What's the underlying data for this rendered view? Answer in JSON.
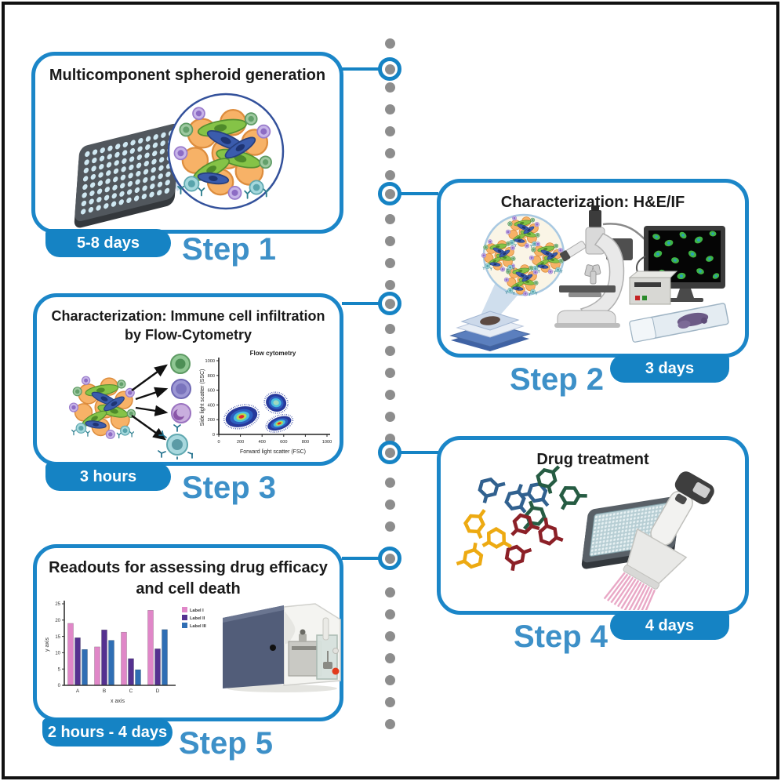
{
  "colors": {
    "accent_blue": "#1583c4",
    "box_border_blue": "#1b86c8",
    "step_text_blue": "#3d90c8",
    "timeline_dot_gray": "#8d8d8d",
    "title_black": "#1a1a1a"
  },
  "steps": [
    {
      "title": "Multicomponent spheroid generation",
      "duration": "5-8 days",
      "step_label": "Step 1"
    },
    {
      "title": "Characterization: H&E/IF",
      "duration": "3 days",
      "step_label": "Step 2"
    },
    {
      "title": "Characterization: Immune cell infiltration by Flow-Cytometry",
      "duration": "3 hours",
      "step_label": "Step 3"
    },
    {
      "title": "Drug treatment",
      "duration": "4 days",
      "step_label": "Step 4"
    },
    {
      "title": "Readouts for assessing drug efficacy and cell death",
      "duration": "2 hours - 4 days",
      "step_label": "Step 5"
    }
  ],
  "chart_data": [
    {
      "type": "scatter",
      "title": "Flow cytometry",
      "xlabel": "Forward light scatter (FSC)",
      "ylabel": "Side light scatter (SSC)",
      "xlim": [
        0,
        1000
      ],
      "ylim": [
        0,
        1000
      ],
      "xticks": [
        0,
        200,
        400,
        600,
        800,
        1000
      ],
      "yticks": [
        0,
        200,
        400,
        600,
        800,
        1000
      ],
      "clusters": [
        {
          "x": 210,
          "y": 240,
          "rx": 150,
          "ry": 135,
          "rot": -15,
          "core": "red"
        },
        {
          "x": 530,
          "y": 430,
          "rx": 95,
          "ry": 120,
          "rot": 15,
          "core": "cyan"
        },
        {
          "x": 560,
          "y": 150,
          "rx": 115,
          "ry": 85,
          "rot": -20,
          "core": "red"
        }
      ]
    },
    {
      "type": "bar",
      "categories": [
        "A",
        "B",
        "C",
        "D"
      ],
      "series": [
        {
          "name": "Label I",
          "color": "#e087c8",
          "values": [
            19.0,
            11.8,
            16.3,
            23.0
          ]
        },
        {
          "name": "Label II",
          "color": "#553190",
          "values": [
            14.6,
            17.0,
            8.2,
            11.2
          ]
        },
        {
          "name": "Label III",
          "color": "#2f6eb4",
          "values": [
            11.0,
            13.8,
            4.8,
            17.1
          ]
        }
      ],
      "xlabel": "x axis",
      "ylabel": "y axis",
      "ylim": [
        0,
        25
      ],
      "yticks": [
        0,
        5,
        10,
        15,
        20,
        25
      ],
      "legend_position": "upper right",
      "grid": false
    }
  ]
}
